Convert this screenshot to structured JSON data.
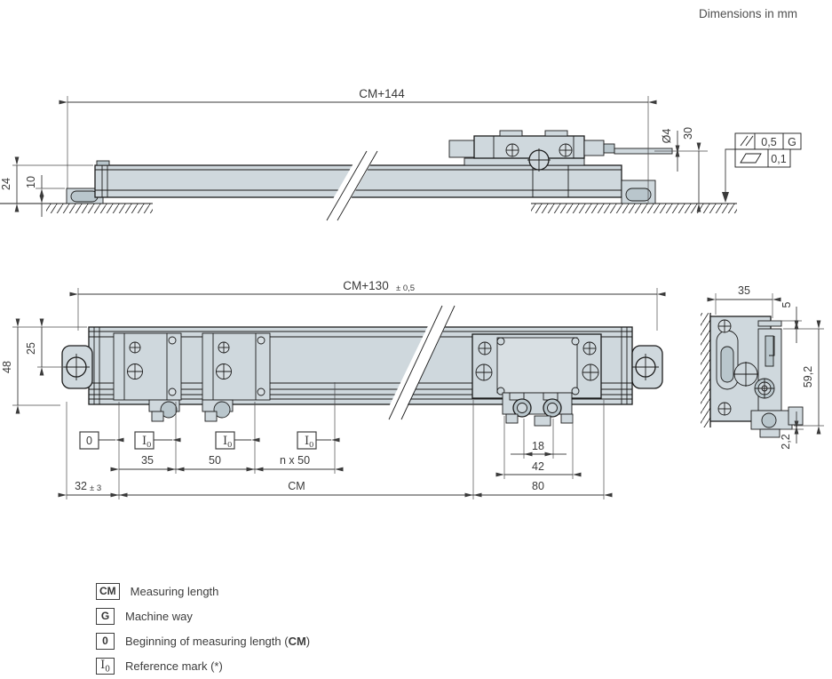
{
  "note": "Dimensions in mm",
  "side_view": {
    "length": "CM+144",
    "height": "24",
    "foot_height": "10",
    "cable_diameter": "Ø4",
    "cable_exit_height": "30",
    "tolerance": {
      "parallelism_value": "0,5",
      "parallelism_datum": "G",
      "flatness_value": "0,1"
    }
  },
  "front_view": {
    "length": "CM+130",
    "length_tolerance": "± 0,5",
    "height": "48",
    "mount_hole_center": "25",
    "zero_marker": "0",
    "ref_marker": "I",
    "ref_marker_sub": "0",
    "first_ref": "35",
    "ref_spacing": "50",
    "ref_repeat": "n x 50",
    "gland_spacing": "18",
    "head_width": "42",
    "start_offset": "32",
    "start_offset_tolerance": "± 3",
    "measuring_length": "CM",
    "end_offset": "80"
  },
  "end_view": {
    "width": "35",
    "head_top_offset": "5",
    "total_height": "59,2",
    "bottom_clearance": "2,2"
  },
  "legend": {
    "rows": [
      {
        "symbol": "CM",
        "label": "Measuring length"
      },
      {
        "symbol": "G",
        "label": "Machine way"
      },
      {
        "symbol": "0",
        "label_prefix": "Beginning of measuring length (",
        "label_bold": "CM",
        "label_suffix": ")"
      },
      {
        "symbol": "I",
        "symbol_sub": "0",
        "label": "Reference mark (*)"
      }
    ]
  },
  "colors": {
    "body": "#cfd8dd",
    "body_dark": "#b9c6cc",
    "panel": "#d8dfe3",
    "line": "#1c1c1c",
    "dimension": "#3a3a3a"
  }
}
